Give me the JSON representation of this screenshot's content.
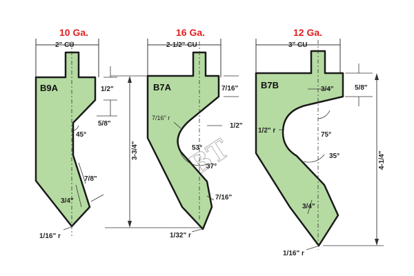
{
  "colors": {
    "fill": "#b5dba2",
    "outline": "#1a1a1a",
    "gauge": "#e02020",
    "dim": "#333333"
  },
  "watermark": "TBT",
  "tools": [
    {
      "gauge": "10 Ga.",
      "name": "B9A",
      "cu": "2\" CU",
      "dims": {
        "top_step": "1/2\"",
        "shoulder_step": "5/8\"",
        "angle": "45°",
        "tip_width": "7/8\"",
        "tip_length": "3/4\"",
        "tip_radius": "1/16\" r"
      }
    },
    {
      "gauge": "16 Ga.",
      "name": "B7A",
      "cu": "2-1/2\" CU",
      "dims": {
        "height": "3-3/4\"",
        "top_step": "7/16\"",
        "relief_radius": "7/16\" r",
        "relief_width": "1/2\"",
        "angle_1": "53°",
        "angle_2": "37°",
        "tip_length": "7/16\"",
        "tip_radius": "1/32\" r"
      }
    },
    {
      "gauge": "12 Ga.",
      "name": "B7B",
      "cu": "3\" CU",
      "dims": {
        "neck_width": "3/4\"",
        "top_step": "5/8\"",
        "height": "4-1/4\"",
        "relief_radius": "1/2\" r",
        "angle_1": "75°",
        "angle_2": "35°",
        "tip_length": "3/4\"",
        "tip_radius": "1/16\" r"
      }
    }
  ]
}
